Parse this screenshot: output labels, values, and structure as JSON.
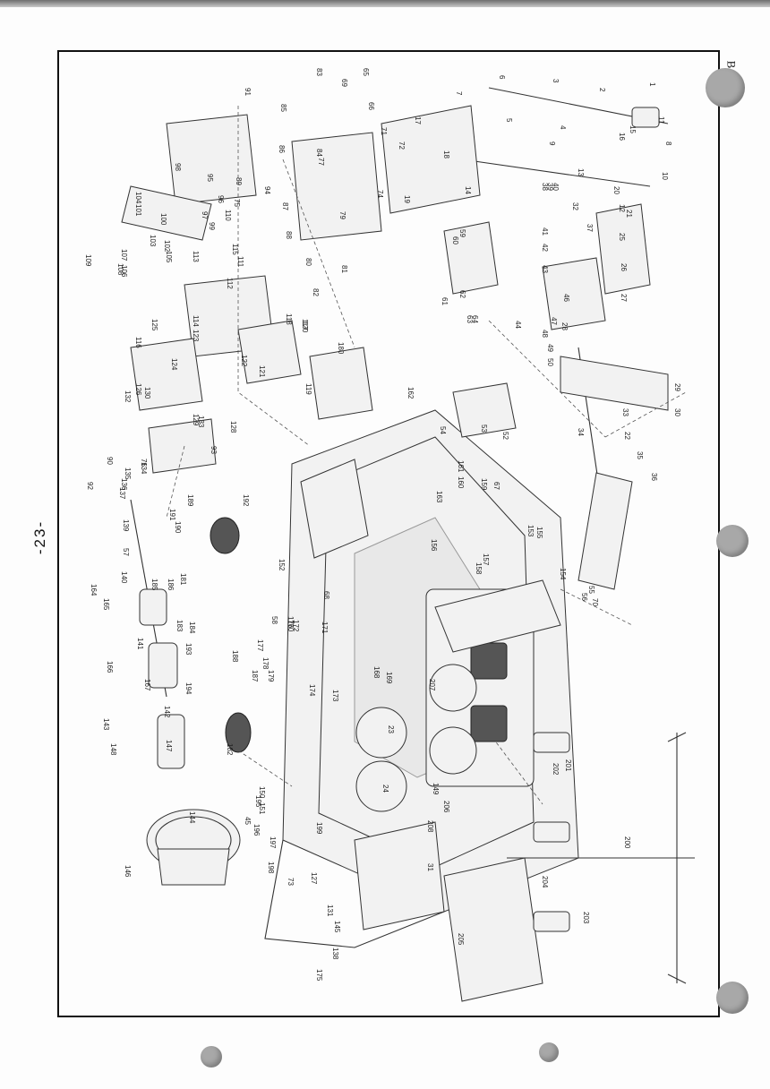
{
  "page": {
    "page_number": "-23-",
    "corner_mark": "B",
    "background": "#fdfdfd",
    "ink": "#222222",
    "hole_color": "#a8a8a8"
  },
  "diagram": {
    "part_labels": [
      "1",
      "2",
      "3",
      "4",
      "5",
      "6",
      "7",
      "8",
      "9",
      "10",
      "11",
      "12",
      "13",
      "14",
      "15",
      "16",
      "17",
      "18",
      "19",
      "20",
      "21",
      "22",
      "23",
      "24",
      "25",
      "26",
      "27",
      "28",
      "29",
      "30",
      "31",
      "32",
      "33",
      "34",
      "35",
      "36",
      "37",
      "38",
      "39",
      "40",
      "41",
      "42",
      "43",
      "44",
      "45",
      "46",
      "47",
      "48",
      "49",
      "50",
      "52",
      "53",
      "54",
      "55",
      "56",
      "57",
      "58",
      "59",
      "60",
      "61",
      "62",
      "63",
      "64",
      "65",
      "66",
      "67",
      "68",
      "69",
      "70",
      "71",
      "72",
      "73",
      "74",
      "75",
      "76",
      "77",
      "79",
      "80",
      "81",
      "82",
      "83",
      "84",
      "85",
      "86",
      "87",
      "88",
      "89",
      "90",
      "91",
      "92",
      "93",
      "94",
      "95",
      "96",
      "97",
      "98",
      "99",
      "100",
      "101",
      "102",
      "103",
      "104",
      "105",
      "106",
      "107",
      "108",
      "109",
      "110",
      "111",
      "112",
      "113",
      "114",
      "115",
      "116",
      "117",
      "118",
      "119",
      "120",
      "121",
      "122",
      "123",
      "124",
      "125",
      "126",
      "127",
      "128",
      "129",
      "130",
      "131",
      "132",
      "133",
      "134",
      "135",
      "136",
      "137",
      "138",
      "139",
      "140",
      "141",
      "142",
      "143",
      "144",
      "145",
      "146",
      "147",
      "148",
      "149",
      "150",
      "151",
      "152",
      "153",
      "154",
      "155",
      "156",
      "157",
      "158",
      "159",
      "160",
      "161",
      "162",
      "163",
      "164",
      "165",
      "166",
      "167",
      "168",
      "169",
      "170",
      "171",
      "172",
      "173",
      "174",
      "175",
      "176",
      "177",
      "178",
      "179",
      "180",
      "181",
      "182",
      "183",
      "184",
      "185",
      "186",
      "187",
      "188",
      "189",
      "190",
      "191",
      "192",
      "193",
      "194",
      "195",
      "196",
      "197",
      "198",
      "199",
      "200",
      "201",
      "202",
      "203",
      "204",
      "205",
      "206",
      "207",
      "208"
    ]
  }
}
